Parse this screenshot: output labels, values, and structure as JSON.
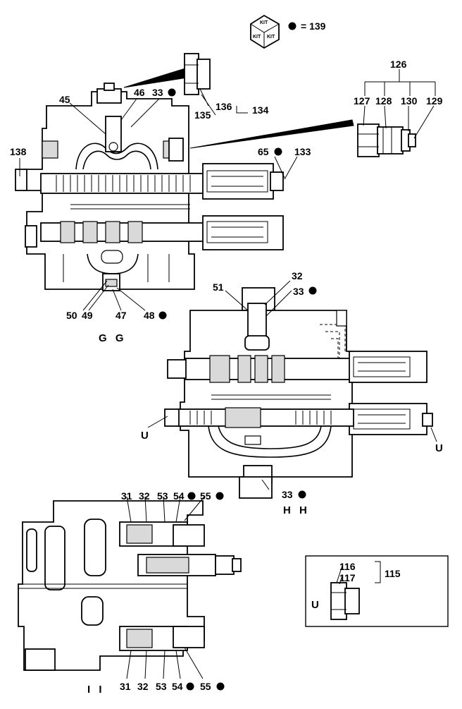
{
  "kit": {
    "icon": "kit-box-icon",
    "face_label": "KIT",
    "equals_text": "= 139"
  },
  "section_labels": {
    "g": "G  G",
    "h": "H  H",
    "i": "I  I",
    "u_left": "U",
    "u_right": "U",
    "u_detail": "U"
  },
  "callouts": {
    "c126": "126",
    "c127": "127",
    "c128": "128",
    "c130": "130",
    "c129": "129",
    "c45": "45",
    "c46": "46",
    "c33a": "33",
    "c136": "136",
    "c135": "135",
    "c134": "134",
    "c138": "138",
    "c65": "65",
    "c133": "133",
    "c50": "50",
    "c49": "49",
    "c47": "47",
    "c48": "48",
    "c51": "51",
    "c32a": "32",
    "c33b": "33",
    "c33c": "33",
    "c31a": "31",
    "c32b": "32",
    "c53a": "53",
    "c54a": "54",
    "c55a": "55",
    "c31b": "31",
    "c32c": "32",
    "c53b": "53",
    "c54b": "54",
    "c55b": "55",
    "c116": "116",
    "c117": "117",
    "c115": "115"
  },
  "kit_marker": "kit-dot-icon"
}
